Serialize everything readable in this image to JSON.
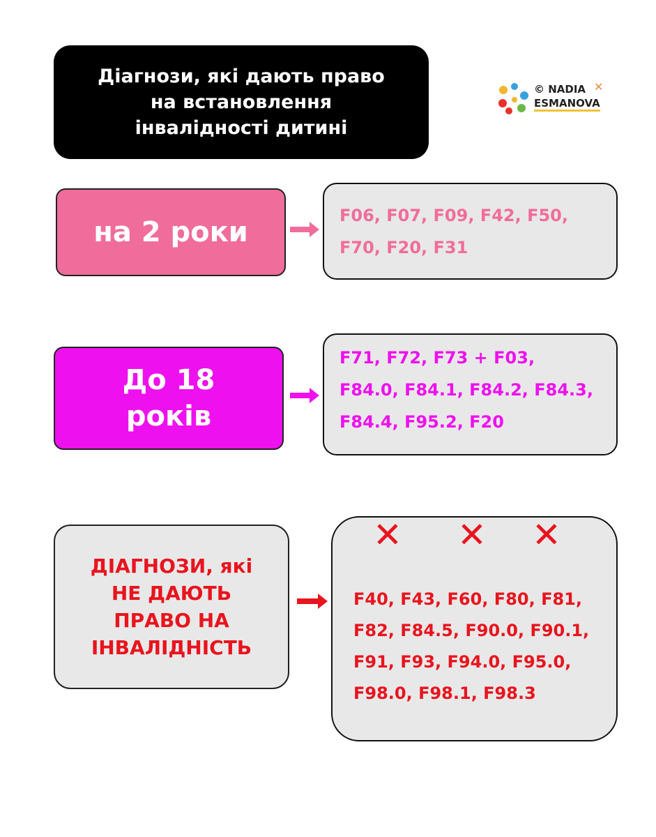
{
  "title": {
    "lines": [
      "Діагнози, які дають право",
      "на встановлення",
      "інвалідності дитині"
    ]
  },
  "logo": {
    "line1": "© NADIA",
    "line2": "ESMANOVA"
  },
  "colors": {
    "pink": "#f06d9b",
    "magenta": "#ee10ee",
    "red": "#e8141e",
    "gray": "#e8e8e8"
  },
  "groups": [
    {
      "label_lines": [
        "на 2 роки"
      ],
      "codes_lines": [
        "F06, F07, F09, F42, F50,",
        "F70, F20, F31"
      ]
    },
    {
      "label_lines": [
        "До 18",
        "років"
      ],
      "codes_lines": [
        "F71, F72, F73 + F03,",
        "F84.0, F84.1, F84.2, F84.3,",
        "F84.4, F95.2, F20"
      ]
    },
    {
      "label_lines": [
        "ДІАГНОЗИ, які",
        "НЕ ДАЮТЬ",
        "ПРАВО НА",
        "ІНВАЛІДНІСТЬ"
      ],
      "codes_lines": [
        "F40, F43, F60, F80, F81,",
        "F82, F84.5, F90.0, F90.1,",
        "F91, F93, F94.0, F95.0,",
        "F98.0, F98.1, F98.3"
      ],
      "marks": [
        "✕",
        "✕",
        "✕"
      ]
    }
  ]
}
